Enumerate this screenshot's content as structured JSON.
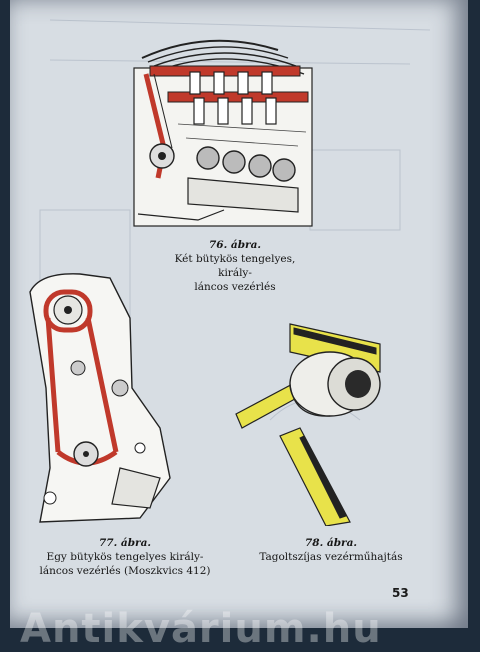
{
  "figures": [
    {
      "number": "76. ábra.",
      "caption_lines": [
        "Két bütykös tengelyes, király-",
        "láncos vezérlés"
      ],
      "illustration": "engine-cutaway-twin-camshaft"
    },
    {
      "number": "77. ábra.",
      "caption_lines": [
        "Egy bütykös tengelyes király-",
        "láncos vezérlés (Moszkvics 412)"
      ],
      "illustration": "engine-chain-drive-single-camshaft"
    },
    {
      "number": "78. ábra.",
      "caption_lines": [
        "Tagoltszíjas vezérműhajtás"
      ],
      "illustration": "toothed-belt-pulley"
    }
  ],
  "page_number": "53",
  "watermark": "Antikvárium.hu",
  "colors": {
    "paper": "#d7dde3",
    "chain_red": "#c0392b",
    "belt_yellow": "#e8e24a",
    "ink": "#151515"
  }
}
